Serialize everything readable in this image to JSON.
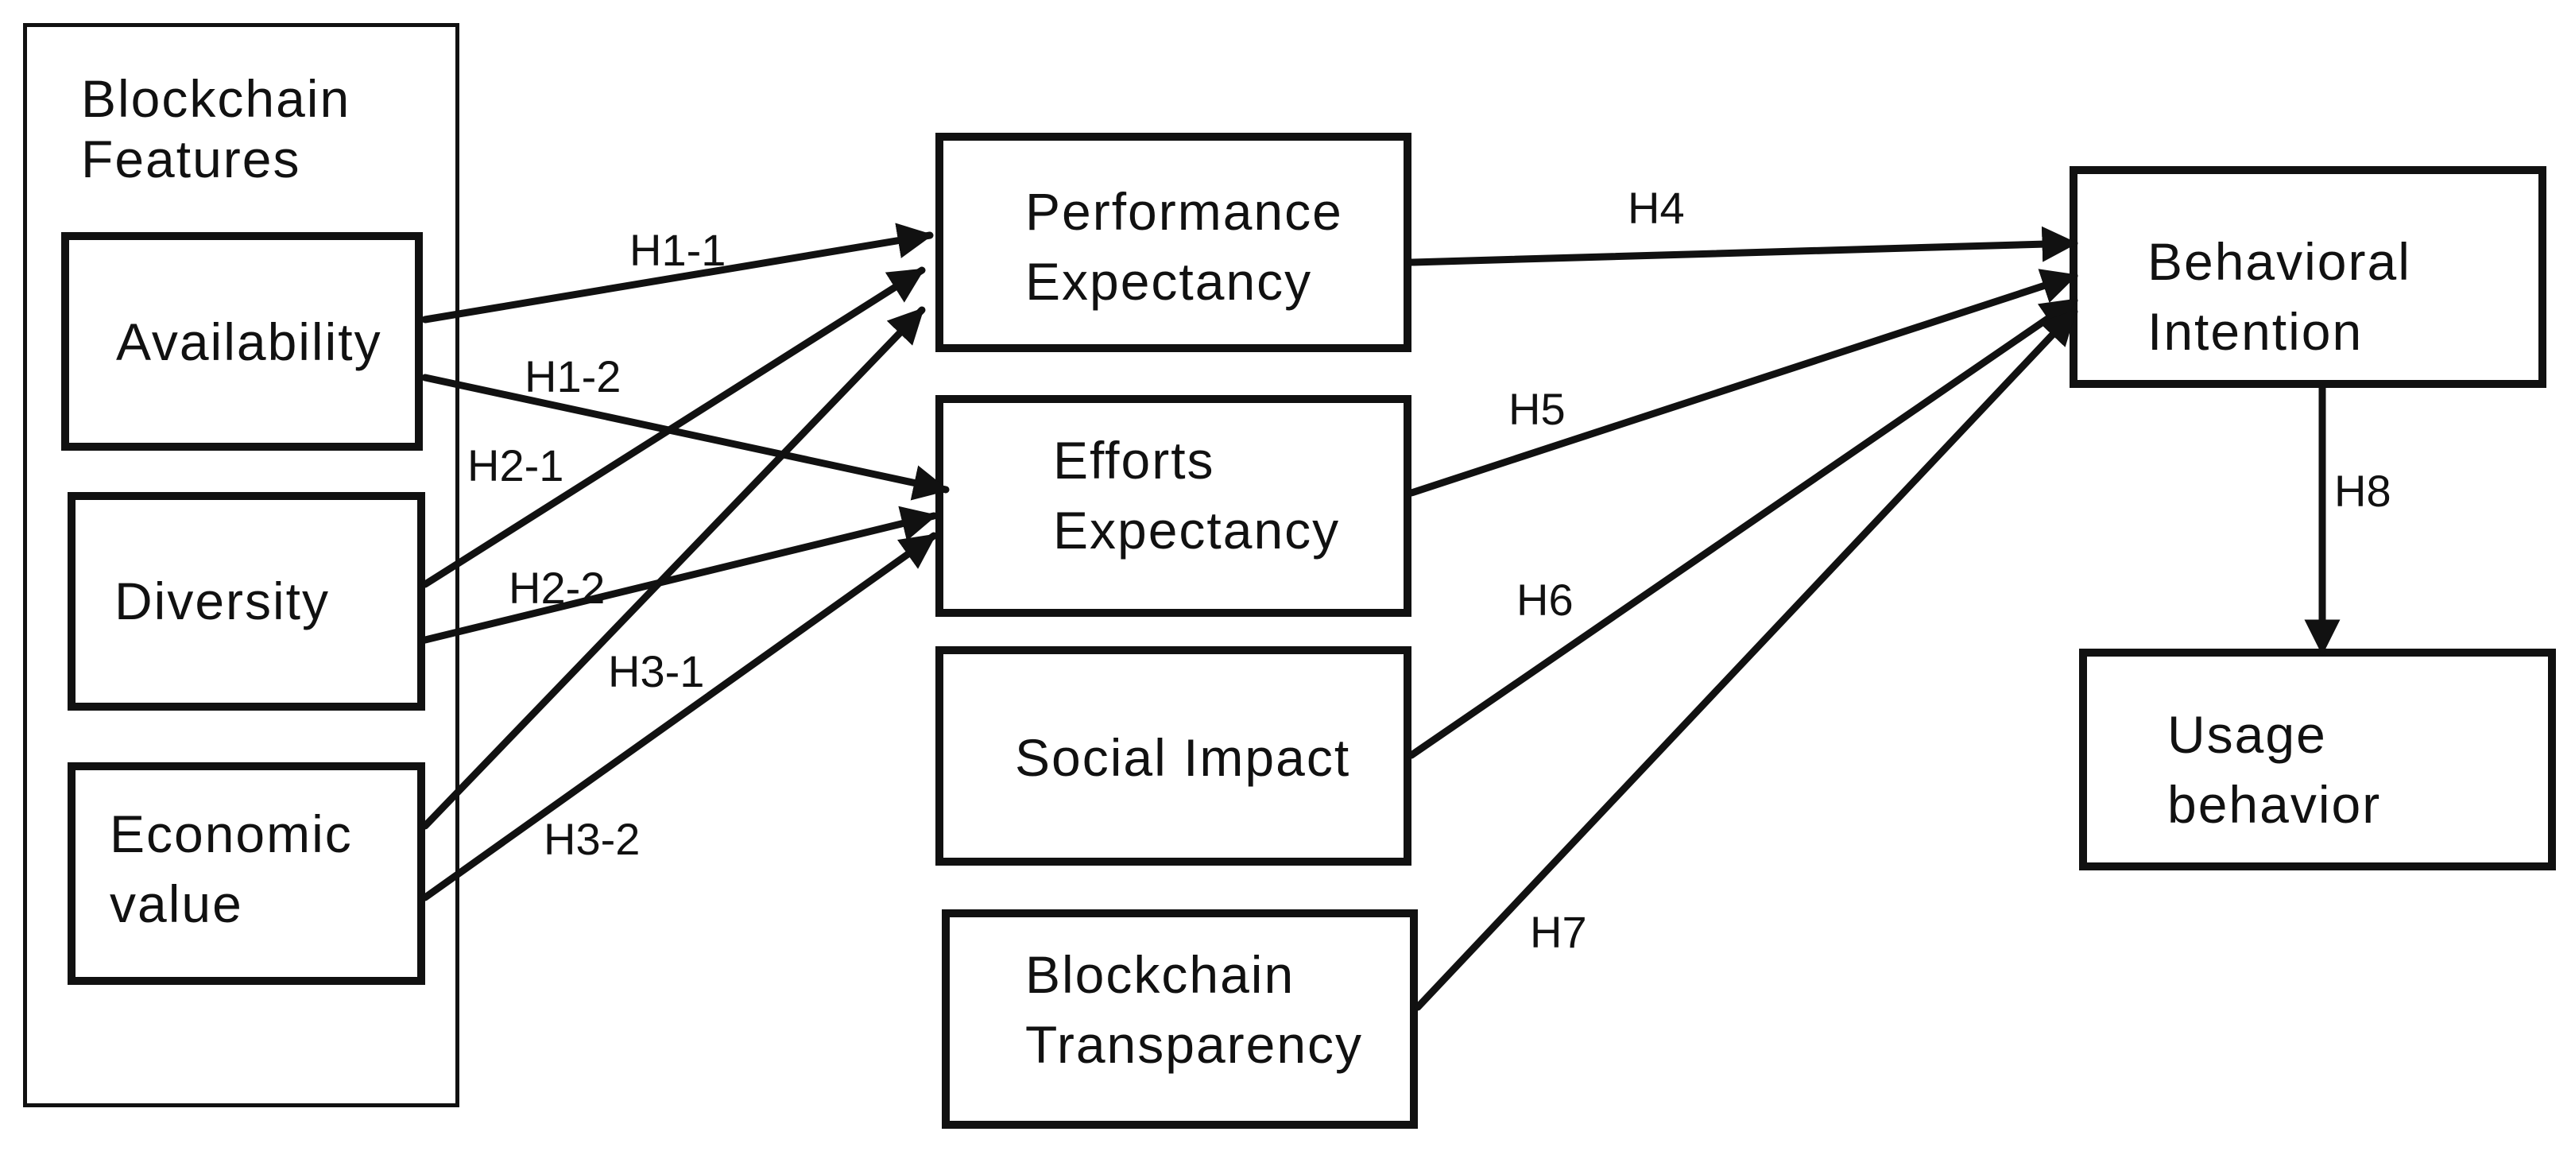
{
  "group": {
    "title": "Blockchain\nFeatures"
  },
  "features": {
    "availability": "Availability",
    "diversity": "Diversity",
    "economic_value": "Economic\nvalue"
  },
  "constructs": {
    "performance_expectancy": "Performance\nExpectancy",
    "efforts_expectancy": "Efforts\nExpectancy",
    "social_impact": "Social Impact",
    "blockchain_transparency": "Blockchain\nTransparency"
  },
  "outcomes": {
    "behavioral_intention": "Behavioral\nIntention",
    "usage_behavior": "Usage\nbehavior"
  },
  "hypotheses": {
    "h1_1": "H1-1",
    "h1_2": "H1-2",
    "h2_1": "H2-1",
    "h2_2": "H2-2",
    "h3_1": "H3-1",
    "h3_2": "H3-2",
    "h4": "H4",
    "h5": "H5",
    "h6": "H6",
    "h7": "H7",
    "h8": "H8"
  },
  "colors": {
    "stroke": "#111111",
    "background": "#ffffff"
  }
}
